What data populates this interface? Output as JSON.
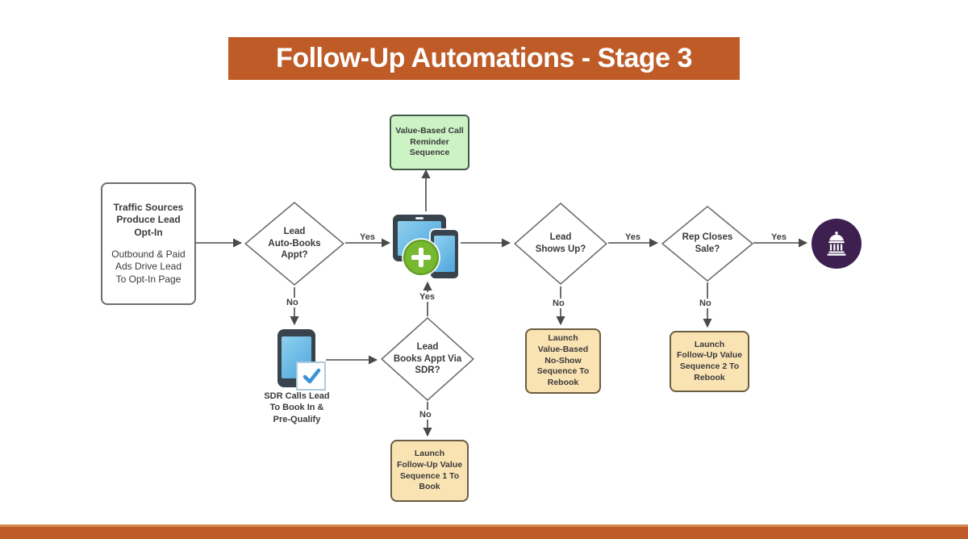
{
  "title": "Follow-Up Automations - Stage 3",
  "colors": {
    "accent": "#BE5B27",
    "accent-soft": "#D08A4E",
    "ink": "#3A3A3A",
    "line": "#4A4A4A",
    "green-fill": "#CDF3C5",
    "green-border": "#44584A",
    "tan-fill": "#FAE3B3",
    "tan-border": "#6B5D42",
    "purple": "#3D2050",
    "device-body": "#39434D",
    "screen-blue": "#4DA6DC",
    "screen-blue-light": "#8FD0EF",
    "plus-green": "#76B82F",
    "plus-green-border": "#5E9A1E",
    "check-blue": "#3B93D6",
    "check-border": "#AECBDD"
  },
  "nodes": {
    "traffic": {
      "title": "Traffic Sources\nProduce Lead\nOpt-In",
      "body": "Outbound & Paid\nAds Drive Lead\nTo Opt-In Page"
    },
    "auto_books": "Lead\nAuto-Books\nAppt?",
    "reminder": "Value-Based Call\nReminder\nSequence",
    "sdr_caption": "SDR Calls Lead\nTo Book In &\nPre-Qualify",
    "books_via_sdr": "Lead\nBooks Appt Via\nSDR?",
    "seq1": "Launch\nFollow-Up Value\nSequence 1 To\nBook",
    "shows_up": "Lead\nShows Up?",
    "noshow": "Launch\nValue-Based\nNo-Show\nSequence To\nRebook",
    "closes_sale": "Rep Closes\nSale?",
    "seq2": "Launch\nFollow-Up Value\nSequence 2 To\nRebook"
  },
  "labels": {
    "yes": "Yes",
    "no": "No"
  },
  "icons": {
    "devices": "tablet-phone-add-icon",
    "phone_check": "phone-check-icon",
    "bank": "bank-icon"
  }
}
